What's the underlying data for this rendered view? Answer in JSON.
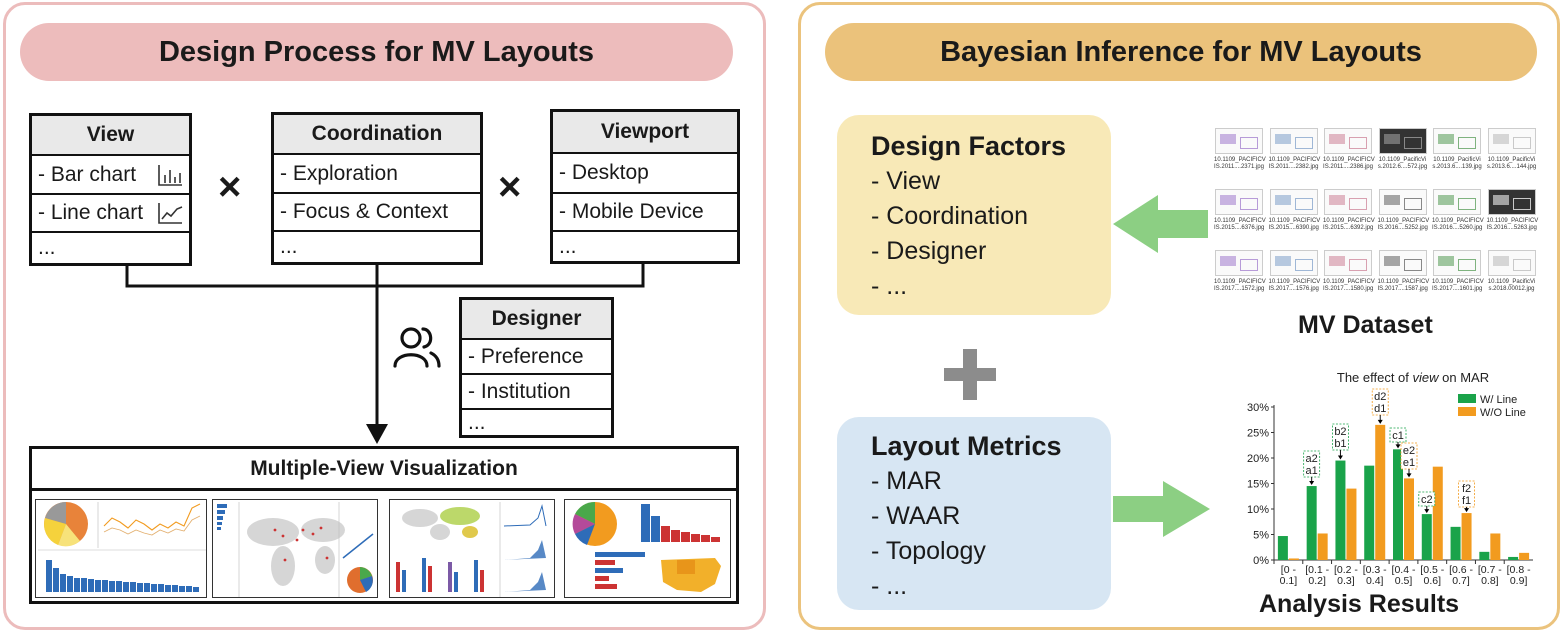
{
  "left_panel": {
    "title": "Design Process for MV Layouts",
    "view_box": {
      "title": "View",
      "items": [
        "- Bar chart",
        "- Line chart",
        "..."
      ]
    },
    "coordination_box": {
      "title": "Coordination",
      "items": [
        "- Exploration",
        "- Focus & Context",
        "..."
      ]
    },
    "viewport_box": {
      "title": "Viewport",
      "items": [
        "- Desktop",
        "- Mobile Device",
        "..."
      ]
    },
    "designer_box": {
      "title": "Designer",
      "items": [
        "- Preference",
        "- Institution",
        "..."
      ]
    },
    "multiplication_symbol": "×",
    "mv_box_title": "Multiple-View Visualization"
  },
  "right_panel": {
    "title": "Bayesian Inference for MV Layouts",
    "design_factors": {
      "title": "Design Factors",
      "items": [
        "- View",
        "- Coordination",
        "- Designer",
        "- ..."
      ]
    },
    "layout_metrics": {
      "title": "Layout Metrics",
      "items": [
        "- MAR",
        "- WAAR",
        "- Topology",
        "- ..."
      ]
    },
    "plus_symbol": "+",
    "dataset_caption": "MV Dataset",
    "analysis_caption": "Analysis Results",
    "dataset_files": [
      [
        "10.1109_PACIFICV",
        "IS.2011....2371.jpg"
      ],
      [
        "10.1109_PACIFICV",
        "IS.2011....2382.jpg"
      ],
      [
        "10.1109_PACIFICV",
        "IS.2011....2386.jpg"
      ],
      [
        "10.1109_PacificVi",
        "s.2012.6....572.jpg"
      ],
      [
        "10.1109_PacificVi",
        "s.2013.6....139.jpg"
      ],
      [
        "10.1109_PacificVi",
        "s.2013.6....144.jpg"
      ],
      [
        "10.1109_PACIFICV",
        "IS.2015....6376.jpg"
      ],
      [
        "10.1109_PACIFICV",
        "IS.2015....6390.jpg"
      ],
      [
        "10.1109_PACIFICV",
        "IS.2015....6392.jpg"
      ],
      [
        "10.1109_PACIFICV",
        "IS.2016....5252.jpg"
      ],
      [
        "10.1109_PACIFICV",
        "IS.2016....5260.jpg"
      ],
      [
        "10.1109_PACIFICV",
        "IS.2016....5263.jpg"
      ],
      [
        "10.1109_PACIFICV",
        "IS.2017....1572.jpg"
      ],
      [
        "10.1109_PACIFICV",
        "IS.2017....1576.jpg"
      ],
      [
        "10.1109_PACIFICV",
        "IS.2017....1580.jpg"
      ],
      [
        "10.1109_PACIFICV",
        "IS.2017....1587.jpg"
      ],
      [
        "10.1109_PACIFICV",
        "IS.2017....1601.jpg"
      ],
      [
        "10.1109_PacificVi",
        "s.2018.00012.jpg"
      ]
    ]
  },
  "colors": {
    "left_border": "#ecbcbc",
    "left_pill": "#edbcbc",
    "right_border": "#ebc37d",
    "right_pill": "#ebc27b",
    "design_factors_bg": "#f8e9b7",
    "layout_metrics_bg": "#d7e6f3",
    "arrow_green": "#8ccf83",
    "plus_gray": "#8c8c8c",
    "series_green": "#1aa34a",
    "series_orange": "#f29b1f"
  },
  "chart_data": {
    "type": "bar",
    "title_prefix": "The effect of ",
    "title_italic": "view",
    "title_suffix": " on MAR",
    "xlabel": "",
    "ylabel": "",
    "ylim": [
      0,
      0.3
    ],
    "yticks": [
      "0%",
      "5%",
      "10%",
      "15%",
      "20%",
      "25%",
      "30%"
    ],
    "categories": [
      [
        "[0 -",
        "0.1]"
      ],
      [
        "[0.1 -",
        "0.2]"
      ],
      [
        "[0.2 -",
        "0.3]"
      ],
      [
        "[0.3 -",
        "0.4]"
      ],
      [
        "[0.4 -",
        "0.5]"
      ],
      [
        "[0.5 -",
        "0.6]"
      ],
      [
        "[0.6 -",
        "0.7]"
      ],
      [
        "[0.7 -",
        "0.8]"
      ],
      [
        "[0.8 -",
        "0.9]"
      ]
    ],
    "series": [
      {
        "name": "W/ Line",
        "color": "#1aa34a",
        "values": [
          0.047,
          0.145,
          0.195,
          0.185,
          0.217,
          0.09,
          0.065,
          0.016,
          0.006
        ]
      },
      {
        "name": "W/O Line",
        "color": "#f29b1f",
        "values": [
          0.003,
          0.052,
          0.14,
          0.265,
          0.16,
          0.183,
          0.092,
          0.052,
          0.014
        ]
      }
    ],
    "legend": "top-right",
    "grid": false,
    "annotations": [
      {
        "category_index": 1,
        "labels": [
          "a2",
          "a1"
        ]
      },
      {
        "category_index": 2,
        "labels": [
          "b2",
          "b1"
        ]
      },
      {
        "category_index": 3,
        "labels": [
          "d2",
          "d1"
        ]
      },
      {
        "category_index": 4,
        "labels": [
          "c1"
        ]
      },
      {
        "category_index": 4,
        "labels": [
          "e2",
          "e1"
        ]
      },
      {
        "category_index": 5,
        "labels": [
          "c2"
        ]
      },
      {
        "category_index": 6,
        "labels": [
          "f2",
          "f1"
        ]
      }
    ]
  }
}
